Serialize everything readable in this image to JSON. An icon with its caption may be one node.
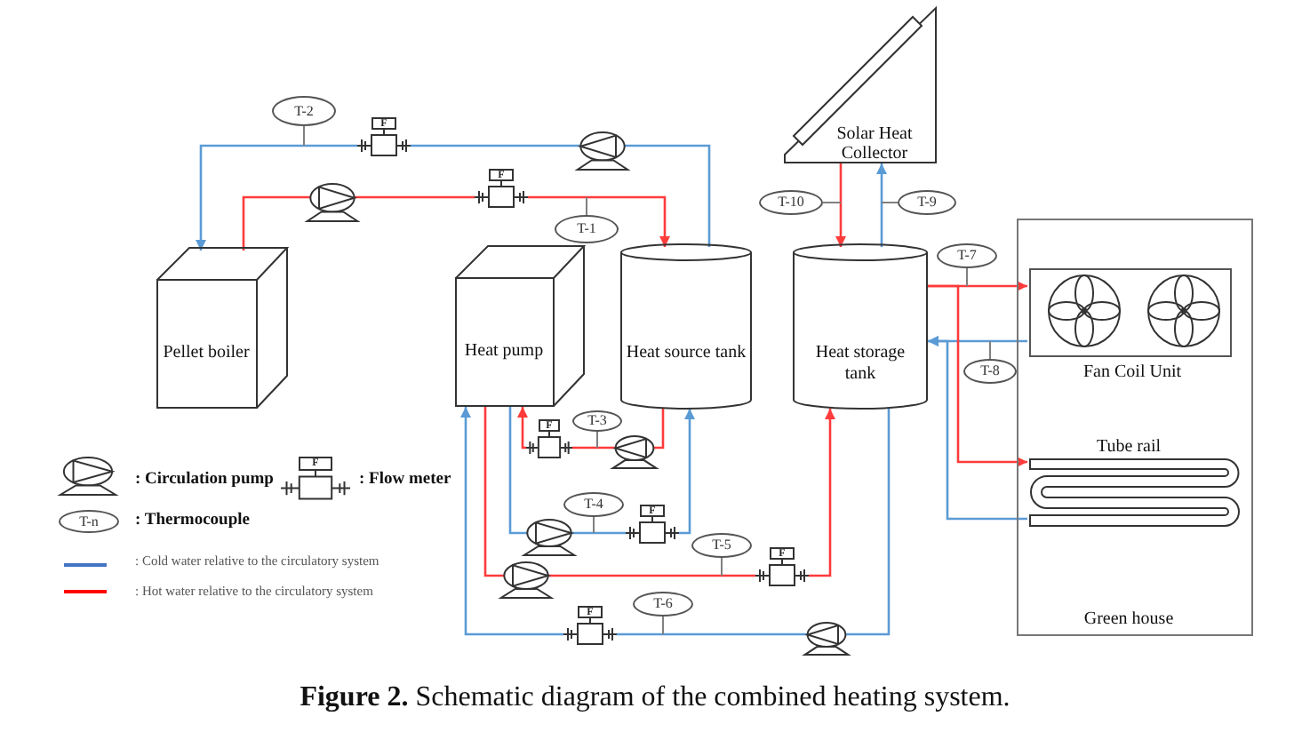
{
  "diagram": {
    "caption": "**Figure 2.** Schematic diagram of the combined heating system.",
    "nodes": [
      {
        "text": [
          "Solar Heat Collector"
        ]
      },
      {
        "text": [
          "T-2"
        ]
      },
      {
        "text": [
          "F"
        ]
      },
      {
        "text": [],
        "shape": "pump"
      },
      {
        "text": [],
        "shape": "pump"
      },
      {
        "text": [
          "F"
        ]
      },
      {
        "text": [
          "T-1"
        ]
      },
      {
        "text": [
          "T-10"
        ]
      },
      {
        "text": [
          "T-9"
        ]
      },
      {
        "text": [
          "Pellet boiler"
        ]
      },
      {
        "text": [
          "Heat pump"
        ]
      },
      {
        "text": [
          "Heat source tank"
        ]
      },
      {
        "text": [
          "Heat storage tank"
        ]
      },
      {
        "text": [
          "T-7"
        ]
      },
      {
        "text": [
          "Green house"
        ]
      },
      {
        "text": [
          "Fan Coil Unit"
        ],
        "in": 14
      },
      {
        "text": [
          "T-8"
        ]
      },
      {
        "text": [
          "Tube rail"
        ],
        "in": 14
      },
      {
        "text": [
          "T-3"
        ]
      },
      {
        "text": [
          "F"
        ]
      },
      {
        "text": [],
        "shape": "pump"
      },
      {
        "text": [
          "T-4"
        ]
      },
      {
        "text": [],
        "shape": "pump"
      },
      {
        "text": [
          "F"
        ]
      },
      {
        "text": [
          "T-5"
        ]
      },
      {
        "text": [],
        "shape": "pump"
      },
      {
        "text": [
          "F"
        ]
      },
      {
        "text": [
          "T-6"
        ]
      },
      {
        "text": [
          "F"
        ]
      },
      {
        "text": [],
        "shape": "pump"
      },
      {
        "text": [
          "T-n"
        ]
      }
    ],
    "edges": [
      {
        "from": 11,
        "to": 3,
        "arrow": "none"
      },
      {
        "from": 3,
        "to": 2,
        "arrow": "none"
      },
      {
        "from": 2,
        "to": 9,
        "arrow": "to"
      },
      {
        "from": 9,
        "to": 4,
        "arrow": "none",
        "color": "#ff3b3b"
      },
      {
        "from": 4,
        "to": 5,
        "arrow": "none",
        "color": "#ff3b3b"
      },
      {
        "from": 5,
        "to": 11,
        "arrow": "to",
        "color": "#ff3b3b"
      },
      {
        "from": 11,
        "to": 20,
        "arrow": "none",
        "color": "#ff3b3b"
      },
      {
        "from": 20,
        "to": 19,
        "arrow": "none",
        "color": "#ff3b3b"
      },
      {
        "from": 19,
        "to": 10,
        "arrow": "to",
        "color": "#ff3b3b"
      },
      {
        "from": 10,
        "to": 22,
        "arrow": "none"
      },
      {
        "from": 22,
        "to": 23,
        "arrow": "none"
      },
      {
        "from": 23,
        "to": 11,
        "arrow": "to"
      },
      {
        "from": 10,
        "to": 25,
        "arrow": "none",
        "color": "#ff3b3b"
      },
      {
        "from": 25,
        "to": 26,
        "arrow": "none",
        "color": "#ff3b3b"
      },
      {
        "from": 26,
        "to": 12,
        "arrow": "to",
        "color": "#ff3b3b"
      },
      {
        "from": 12,
        "to": 29,
        "arrow": "none"
      },
      {
        "from": 29,
        "to": 28,
        "arrow": "none"
      },
      {
        "from": 28,
        "to": 10,
        "arrow": "to"
      },
      {
        "from": 0,
        "to": 12,
        "arrow": "to",
        "color": "#ff3b3b"
      },
      {
        "from": 12,
        "to": 0,
        "arrow": "to"
      },
      {
        "from": 12,
        "to": 15,
        "arrow": "to",
        "color": "#ff3b3b"
      },
      {
        "from": 15,
        "to": 12,
        "arrow": "to"
      },
      {
        "from": 12,
        "to": 17,
        "arrow": "to",
        "color": "#ff3b3b"
      },
      {
        "from": 17,
        "to": 12,
        "arrow": "to"
      },
      {
        "from": 1,
        "to": null,
        "arrow": "none",
        "color": "#808080"
      },
      {
        "from": 6,
        "to": null,
        "arrow": "none",
        "color": "#808080"
      },
      {
        "from": 7,
        "to": null,
        "arrow": "none",
        "color": "#808080"
      },
      {
        "from": 8,
        "to": null,
        "arrow": "none",
        "color": "#808080"
      },
      {
        "from": 13,
        "to": null,
        "arrow": "none",
        "color": "#808080"
      },
      {
        "from": 16,
        "to": null,
        "arrow": "none",
        "color": "#808080"
      },
      {
        "from": 18,
        "to": null,
        "arrow": "none",
        "color": "#808080"
      },
      {
        "from": 21,
        "to": null,
        "arrow": "none",
        "color": "#808080"
      },
      {
        "from": 24,
        "to": null,
        "arrow": "none",
        "color": "#808080"
      },
      {
        "from": 27,
        "to": null,
        "arrow": "none",
        "color": "#808080"
      }
    ],
    "labels": [
      "F"
    ],
    "legend": [
      {
        "text": ": Circulation pump"
      },
      {
        "text": ": Flow meter"
      },
      {
        "text": ": Thermocouple"
      },
      {
        "text": ": Cold water relative to the circulatory system",
        "color": "#4472c4"
      },
      {
        "text": ": Hot water relative to the circulatory system",
        "color": "#ff0000"
      }
    ]
  }
}
